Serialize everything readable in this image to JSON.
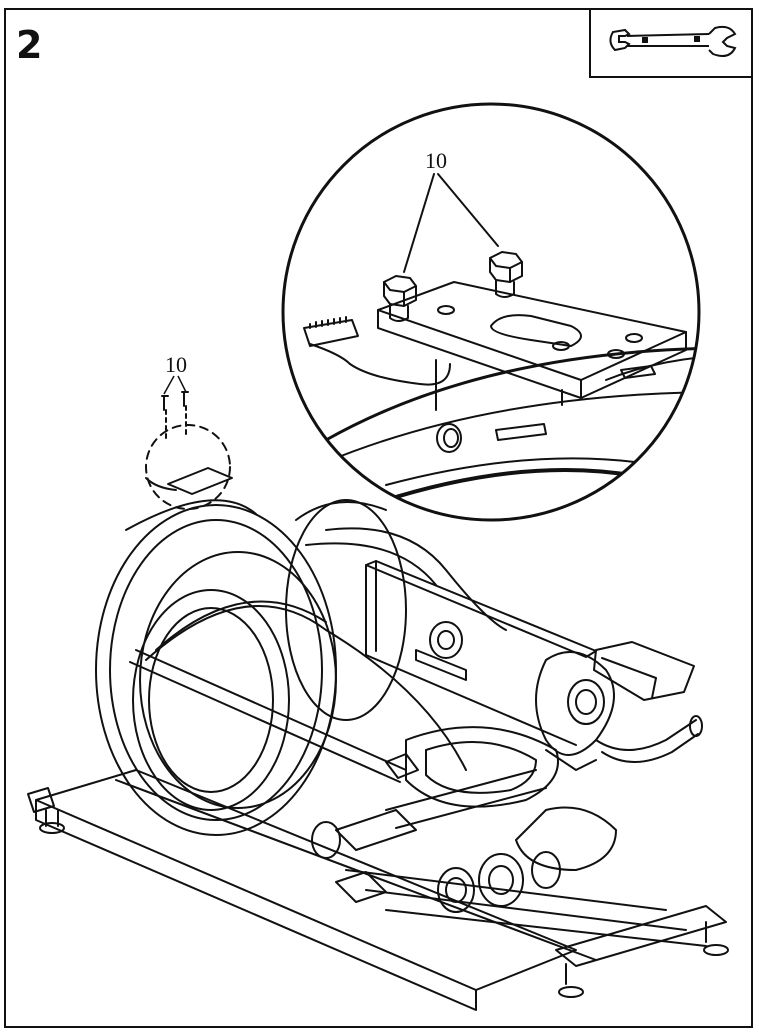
{
  "page": {
    "step_number": "2",
    "tool_icon": "open-end-wrench-icon"
  },
  "detail_view": {
    "part_label": "10"
  },
  "main_view": {
    "part_label": "10"
  }
}
